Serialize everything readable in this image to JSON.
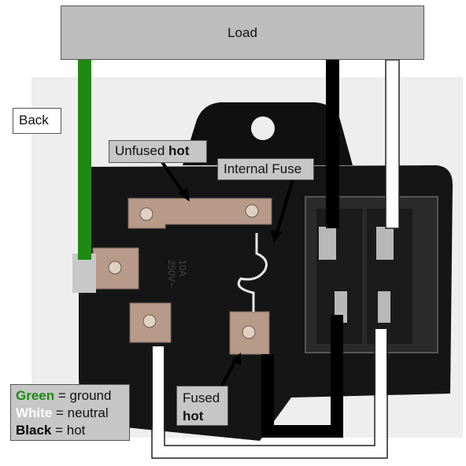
{
  "labels": {
    "load": "Load",
    "back": "Back",
    "unfused_prefix": "Unfused ",
    "unfused_strong": "hot",
    "internal_fuse": "Internal Fuse",
    "fused_line1": "Fused",
    "fused_line2": "hot"
  },
  "legend": {
    "green_word": "Green",
    "green_rest": " = ground",
    "white_word": "White",
    "white_rest": " = neutral",
    "black_word": "Black",
    "black_rest": " = hot"
  },
  "module_text": {
    "rating_1": "10A",
    "rating_2": "250V~"
  },
  "colors": {
    "ground_wire": "#1f8a12",
    "neutral_wire": "#ffffff",
    "hot_wire": "#000000",
    "load_fill": "#bdbdbd",
    "tag_fill": "#c6c6c6",
    "terminal": "#b89a8a"
  }
}
